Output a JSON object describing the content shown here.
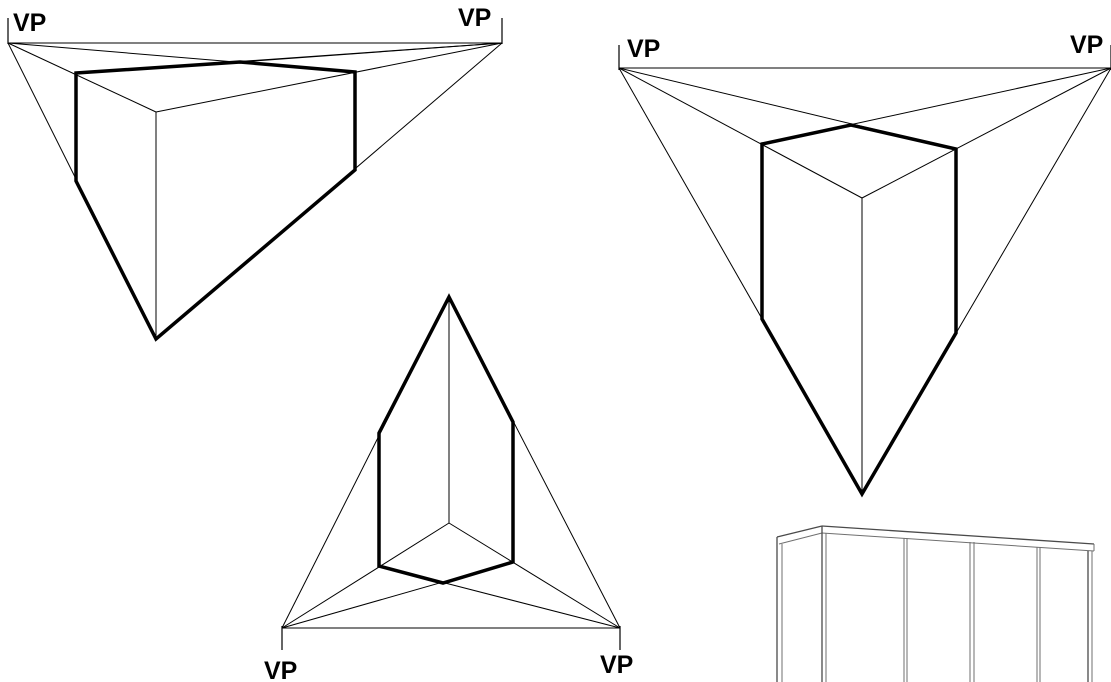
{
  "labels": {
    "top_left_vp_left": "VP",
    "top_left_vp_right": "VP",
    "right_vp_left": "VP",
    "right_vp_right": "VP",
    "bottom_vp_left": "VP",
    "bottom_vp_right": "VP"
  }
}
